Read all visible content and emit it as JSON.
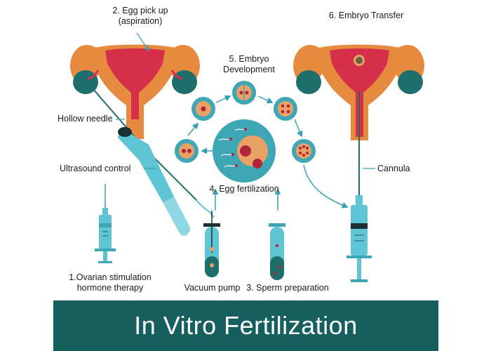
{
  "labels": {
    "egg_pickup_line1": "2. Egg pick up",
    "egg_pickup_line2": "(aspiration)",
    "embryo_transfer": "6. Embryo Transfer",
    "embryo_dev_line1": "5. Embryo",
    "embryo_dev_line2": "Development",
    "hollow_needle": "Hollow needle",
    "ultrasound_control": "Ultrasound control",
    "cannula": "Cannula",
    "egg_fertilization": "4. Egg fertilization",
    "ovarian_line1": "1.Ovarian stimulation",
    "ovarian_line2": "hormone therapy",
    "vacuum_pump": "Vacuum pump",
    "sperm_preparation": "3. Sperm preparation"
  },
  "banner": {
    "title": "In Vitro Fertilization"
  },
  "colors": {
    "banner": "#175f5f",
    "uterus_outer": "#e68a3f",
    "uterus_inner": "#d62f49",
    "ovary": "#1e6e6b",
    "cell_teal": "#3ea6b5",
    "cell_orange": "#e9a266",
    "syringe": "#5fc4d4",
    "arrow": "#3a9fb4"
  }
}
